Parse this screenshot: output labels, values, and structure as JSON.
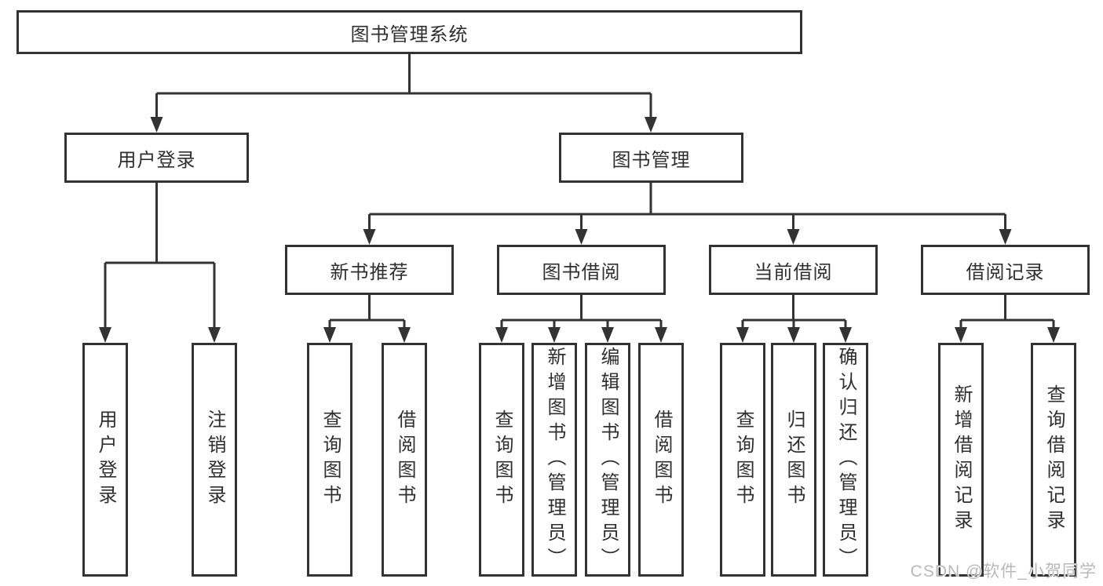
{
  "diagram": {
    "root": {
      "label": "图书管理系统"
    },
    "branches": [
      {
        "label": "用户登录",
        "children": [
          {
            "label": "用户登录"
          },
          {
            "label": "注销登录"
          }
        ]
      },
      {
        "label": "图书管理",
        "children": [
          {
            "label": "新书推荐",
            "children": [
              {
                "label": "查询图书"
              },
              {
                "label": "借阅图书"
              }
            ]
          },
          {
            "label": "图书借阅",
            "children": [
              {
                "label": "查询图书"
              },
              {
                "label": "新增图书（管理员）"
              },
              {
                "label": "编辑图书（管理员）"
              },
              {
                "label": "借阅图书"
              }
            ]
          },
          {
            "label": "当前借阅",
            "children": [
              {
                "label": "查询图书"
              },
              {
                "label": "归还图书"
              },
              {
                "label": "确认归还（管理员）"
              }
            ]
          },
          {
            "label": "借阅记录",
            "children": [
              {
                "label": "新增借阅记录"
              },
              {
                "label": "查询借阅记录"
              }
            ]
          }
        ]
      }
    ]
  },
  "watermark": {
    "text": "CSDN @软件_小贺同学"
  },
  "colors": {
    "line": "#333333",
    "text": "#2f2f2f",
    "watermark": "#b9b9b9",
    "background": "#ffffff"
  }
}
